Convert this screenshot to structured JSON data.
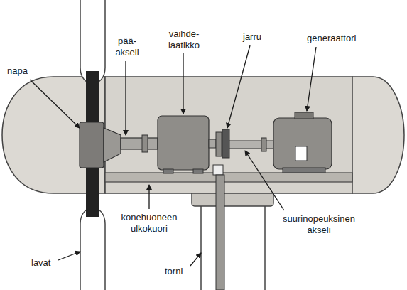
{
  "diagram": {
    "labels": [
      "napa",
      "pää- akseli",
      "vaihde- laatikko",
      "jarru",
      "generaattori",
      "konehuoneen ulkokuori",
      "suurinopeuksinen akseli",
      "lavat",
      "torni"
    ]
  }
}
